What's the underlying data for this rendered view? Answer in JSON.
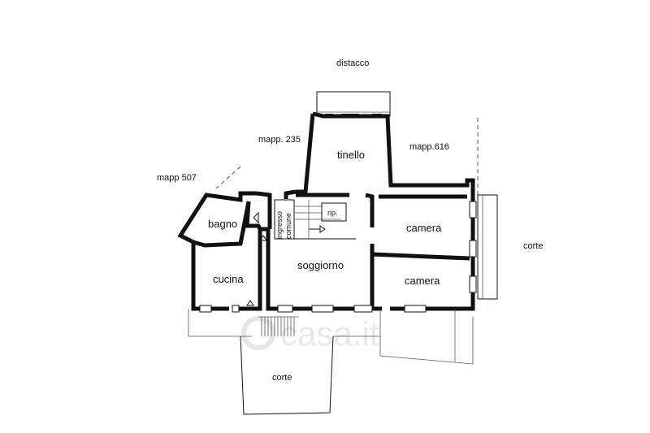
{
  "labels": {
    "distacco": "distacco",
    "mapp235": "mapp. 235",
    "mapp616": "mapp.616",
    "mapp507": "mapp 507",
    "corte_right": "corte",
    "corte_bottom": "corte",
    "ingresso": "ingresso",
    "comune": "comune",
    "rip": "rip."
  },
  "rooms": {
    "tinello": "tinello",
    "bagno": "bagno",
    "cucina": "cucina",
    "soggiorno": "soggiorno",
    "camera_1": "camera",
    "camera_2": "camera"
  },
  "watermark": "casa.it"
}
